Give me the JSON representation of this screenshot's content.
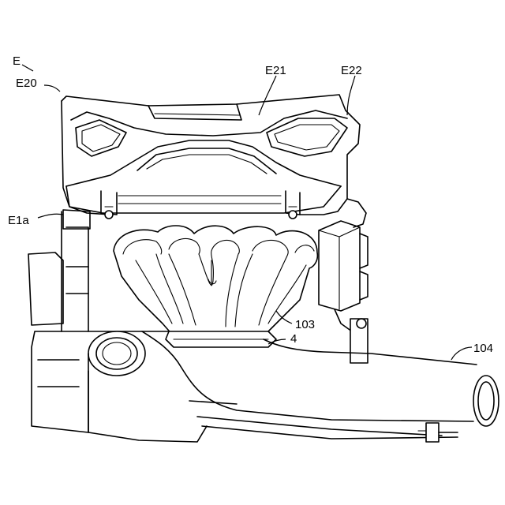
{
  "figure": {
    "labels": {
      "engine": "E",
      "engine_cover": "E20",
      "cover_upper": "E21",
      "cover_side": "E22",
      "engine_body": "E1a",
      "intake_manifold": "103",
      "gasket": "4",
      "exhaust_pipe": "104"
    }
  }
}
